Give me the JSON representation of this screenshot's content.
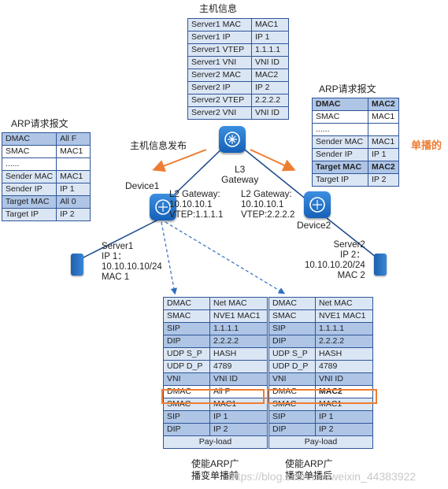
{
  "host_info": {
    "title": "主机信息",
    "rows": [
      [
        "Server1 MAC",
        "MAC1"
      ],
      [
        "Server1 IP",
        "IP 1"
      ],
      [
        "Server1 VTEP",
        "1.1.1.1"
      ],
      [
        "Server1 VNI",
        "VNI ID"
      ],
      [
        "Server2 MAC",
        "MAC2"
      ],
      [
        "Server2 IP",
        "IP 2"
      ],
      [
        "Server2 VTEP",
        "2.2.2.2"
      ],
      [
        "Server2 VNI",
        "VNI ID"
      ]
    ]
  },
  "arp_left": {
    "title": "ARP请求报文",
    "rows": [
      [
        "DMAC",
        "All F"
      ],
      [
        "SMAC",
        "MAC1"
      ],
      [
        "......",
        ""
      ],
      [
        "Sender MAC",
        "MAC1"
      ],
      [
        "Sender IP",
        "IP 1"
      ],
      [
        "Target MAC",
        "All 0"
      ],
      [
        "Target IP",
        "IP 2"
      ]
    ]
  },
  "arp_right": {
    "title": "ARP请求报文",
    "rows": [
      [
        "DMAC",
        "MAC2"
      ],
      [
        "SMAC",
        "MAC1"
      ],
      [
        "......",
        ""
      ],
      [
        "Sender MAC",
        "MAC1"
      ],
      [
        "Sender IP",
        "IP 1"
      ],
      [
        "Target MAC",
        "MAC2"
      ],
      [
        "Target IP",
        "IP 2"
      ]
    ],
    "unicast_label": "单播的"
  },
  "publish_label": "主机信息发布",
  "l3_gateway": "L3\nGateway",
  "device1": {
    "name": "Device1",
    "gateway": "L2 Gateway:\n10.10.10.1\nVTEP:1.1.1.1"
  },
  "device2": {
    "name": "Device2",
    "gateway": "L2 Gateway:\n10.10.10.1\nVTEP:2.2.2.2"
  },
  "server1": {
    "label": "Server1\nIP 1：\n10.10.10.10/24\nMAC 1"
  },
  "server2": {
    "label": "Server2\nIP 2：\n10.10.10.20/24\nMAC 2"
  },
  "pkt_before": {
    "rows": [
      [
        "DMAC",
        "Net MAC"
      ],
      [
        "SMAC",
        "NVE1 MAC1"
      ],
      [
        "SIP",
        "1.1.1.1"
      ],
      [
        "DIP",
        "2.2.2.2"
      ],
      [
        "UDP S_P",
        "HASH"
      ],
      [
        "UDP D_P",
        "4789"
      ],
      [
        "VNI",
        "VNI ID"
      ],
      [
        "DMAC",
        "All F"
      ],
      [
        "SMAC",
        "MAC1"
      ],
      [
        "SIP",
        "IP 1"
      ],
      [
        "DIP",
        "IP 2"
      ]
    ],
    "payload": "Pay-load",
    "caption": "使能ARP广\n播变单播前"
  },
  "pkt_after": {
    "rows": [
      [
        "DMAC",
        "Net MAC"
      ],
      [
        "SMAC",
        "NVE1 MAC1"
      ],
      [
        "SIP",
        "1.1.1.1"
      ],
      [
        "DIP",
        "2.2.2.2"
      ],
      [
        "UDP S_P",
        "HASH"
      ],
      [
        "UDP D_P",
        "4789"
      ],
      [
        "VNI",
        "VNI ID"
      ],
      [
        "DMAC",
        "MAC2"
      ],
      [
        "SMAC",
        "MAC1"
      ],
      [
        "SIP",
        "IP 1"
      ],
      [
        "DIP",
        "IP 2"
      ]
    ],
    "payload": "Pay-load",
    "caption": "使能ARP广\n播变单播后"
  },
  "watermark": "https://blog.csdn.net/weixin_44383922",
  "colors": {
    "accent": "#ed7d31",
    "table_border": "#2f5597",
    "light_row": "#dbe6f5",
    "dark_row": "#aec5e6",
    "device": "#1f6fc8"
  }
}
